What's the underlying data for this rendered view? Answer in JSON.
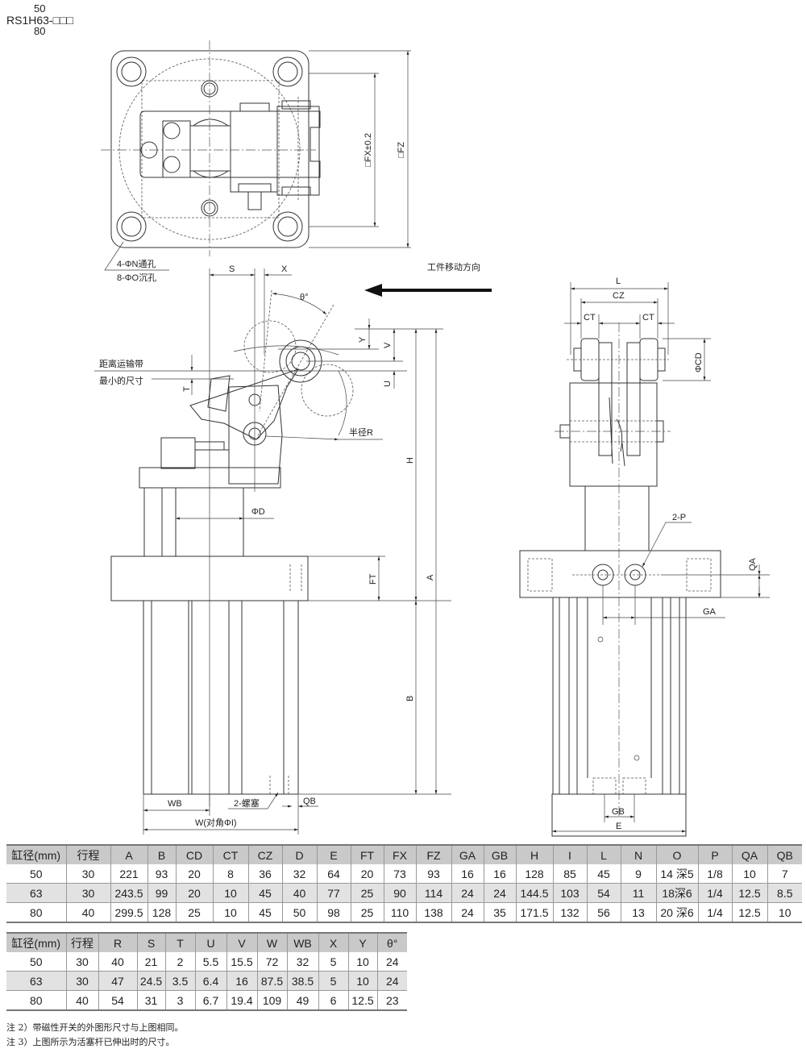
{
  "model": {
    "sizes_top": "50",
    "code": "RS1H63-□□□",
    "sizes_bottom": "80"
  },
  "labels": {
    "holes_n": "4-ΦN通孔",
    "holes_o": "8-ΦO沉孔",
    "fx": "□FX±0.2",
    "fz": "□FZ",
    "s": "S",
    "x": "X",
    "theta": "θ°",
    "direction": "工件移动方向",
    "belt_1": "距离运输带",
    "belt_2": "最小的尺寸",
    "t": "T",
    "y": "Y",
    "v": "V",
    "u": "U",
    "radius": "半径R",
    "h": "H",
    "a": "A",
    "b": "B",
    "ft": "FT",
    "d": "ΦD",
    "wb": "WB",
    "plug": "2-螺塞",
    "qb": "QB",
    "w": "W(对角ΦI)",
    "l": "L",
    "cz": "CZ",
    "ct": "CT",
    "cd": "ΦCD",
    "p": "2-P",
    "qa": "QA",
    "ga": "GA",
    "gb": "GB",
    "e": "E"
  },
  "table1": {
    "headers": [
      "缸径(mm)",
      "行程",
      "A",
      "B",
      "CD",
      "CT",
      "CZ",
      "D",
      "E",
      "FT",
      "FX",
      "FZ",
      "GA",
      "GB",
      "H",
      "I",
      "L",
      "N",
      "O",
      "P",
      "QA",
      "QB"
    ],
    "rows": [
      [
        "50",
        "30",
        "221",
        "93",
        "20",
        "8",
        "36",
        "32",
        "64",
        "20",
        "73",
        "93",
        "16",
        "16",
        "128",
        "85",
        "45",
        "9",
        "14 深5",
        "1/8",
        "10",
        "7"
      ],
      [
        "63",
        "30",
        "243.5",
        "99",
        "20",
        "10",
        "45",
        "40",
        "77",
        "25",
        "90",
        "114",
        "24",
        "24",
        "144.5",
        "103",
        "54",
        "11",
        "18深6",
        "1/4",
        "12.5",
        "8.5"
      ],
      [
        "80",
        "40",
        "299.5",
        "128",
        "25",
        "10",
        "45",
        "50",
        "98",
        "25",
        "110",
        "138",
        "24",
        "35",
        "171.5",
        "132",
        "56",
        "13",
        "20 深6",
        "1/4",
        "12.5",
        "10"
      ]
    ]
  },
  "table2": {
    "headers": [
      "缸径(mm)",
      "行程",
      "R",
      "S",
      "T",
      "U",
      "V",
      "W",
      "WB",
      "X",
      "Y",
      "θ°"
    ],
    "rows": [
      [
        "50",
        "30",
        "40",
        "21",
        "2",
        "5.5",
        "15.5",
        "72",
        "32",
        "5",
        "10",
        "24"
      ],
      [
        "63",
        "30",
        "47",
        "24.5",
        "3.5",
        "6.4",
        "16",
        "87.5",
        "38.5",
        "5",
        "10",
        "24"
      ],
      [
        "80",
        "40",
        "54",
        "31",
        "3",
        "6.7",
        "19.4",
        "109",
        "49",
        "6",
        "12.5",
        "23"
      ]
    ]
  },
  "notes": [
    "注 2）带磁性开关的外图形尺寸与上图相同。",
    "注 3）上图所示为活塞杆已伸出时的尺寸。"
  ]
}
